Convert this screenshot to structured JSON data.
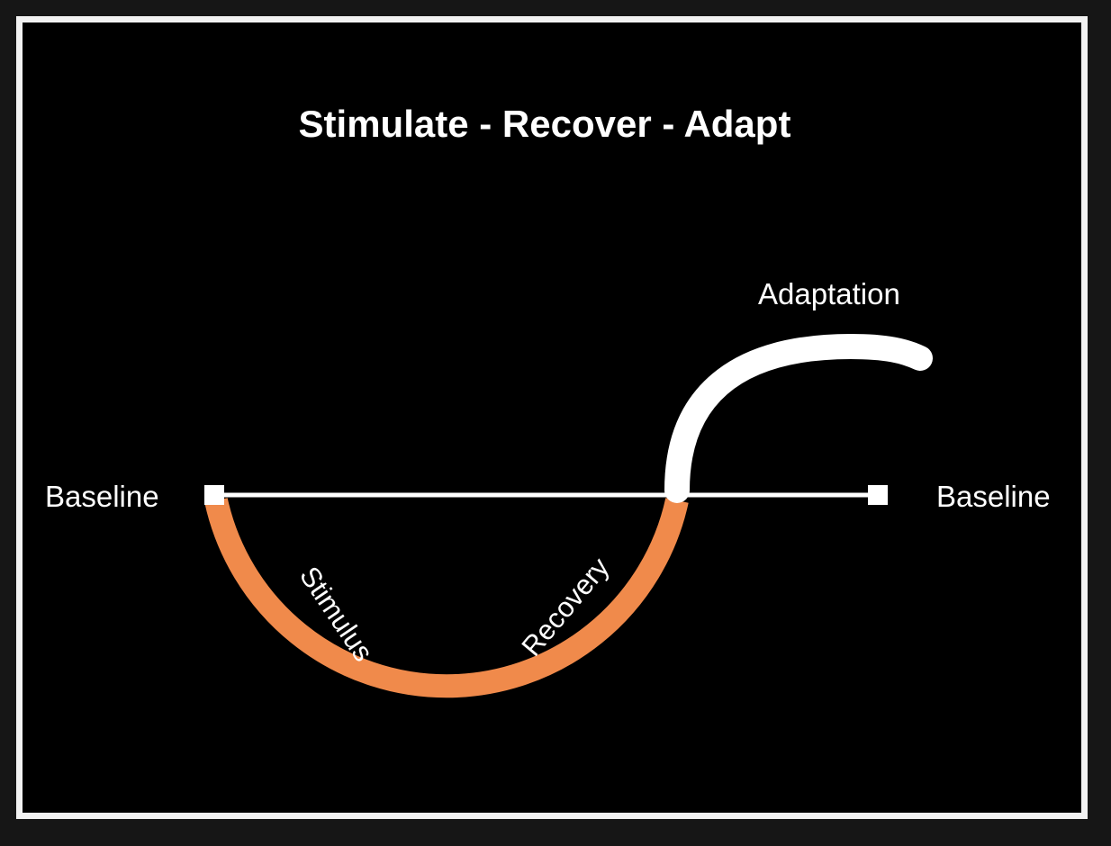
{
  "diagram": {
    "title": "Stimulate - Recover - Adapt",
    "baseline_left_label": "Baseline",
    "baseline_right_label": "Baseline",
    "stimulus_label": "Stimulus",
    "recovery_label": "Recovery",
    "adaptation_label": "Adaptation"
  },
  "colors": {
    "background": "#000000",
    "frame": "#f2f2f2",
    "text": "#ffffff",
    "stimulus_recovery_curve": "#f08a4b",
    "adaptation_curve": "#ffffff",
    "baseline": "#ffffff"
  }
}
